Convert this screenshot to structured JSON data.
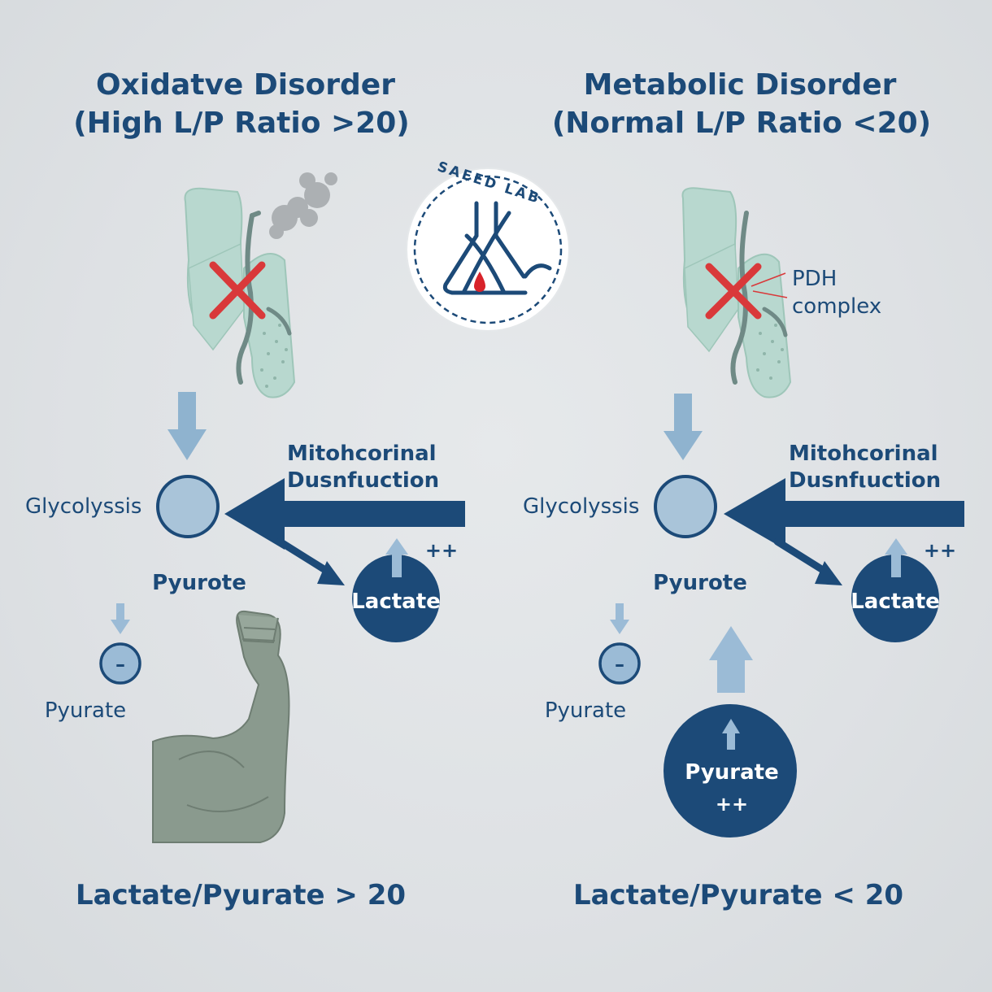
{
  "colors": {
    "background": "#dfe2e5",
    "navy": "#1c4a78",
    "light_blue": "#9bbbd6",
    "pale_blue": "#a9c4d9",
    "mito_green": "#b8d8cf",
    "cross_red": "#d9393a",
    "muscle_gray": "#8a9a8e",
    "logo_red": "#d8232a"
  },
  "logo": {
    "text": "SAEED LAB"
  },
  "left_panel": {
    "title_line1": "Oxidatve Disorder",
    "title_line2": "(High L/P Ratio >20)",
    "mito_label_1": "Mitohcorinal",
    "mito_label_2": "Dusnfιuction",
    "glycolysis": "Glycolyssis",
    "pyrote": "Pyurote",
    "lactate": "Lactate",
    "plus": "++",
    "minus": "–",
    "pyurate": "Pyurate",
    "ratio": "Lactate/Pyurate > 20",
    "icons": [
      "mitochondrion-icon",
      "cross-icon",
      "smoke-icon",
      "flexed-arm-icon"
    ]
  },
  "right_panel": {
    "title_line1": "Metabolic Disorder",
    "title_line2": "(Normal L/P Ratio <20)",
    "pdh_1": "PDH",
    "pdh_2": "complex",
    "mito_label_1": "Mitohcorinal",
    "mito_label_2": "Dusnfιuction",
    "glycolysis": "Glycolyssis",
    "pyrote": "Pyurote",
    "lactate": "Lactate",
    "plus": "++",
    "minus": "–",
    "pyurate": "Pyurate",
    "pyurate_big": "Pyurate",
    "pyurate_big_plus": "++",
    "ratio": "Lactate/Pyurate < 20",
    "icons": [
      "mitochondrion-icon",
      "cross-icon"
    ]
  }
}
